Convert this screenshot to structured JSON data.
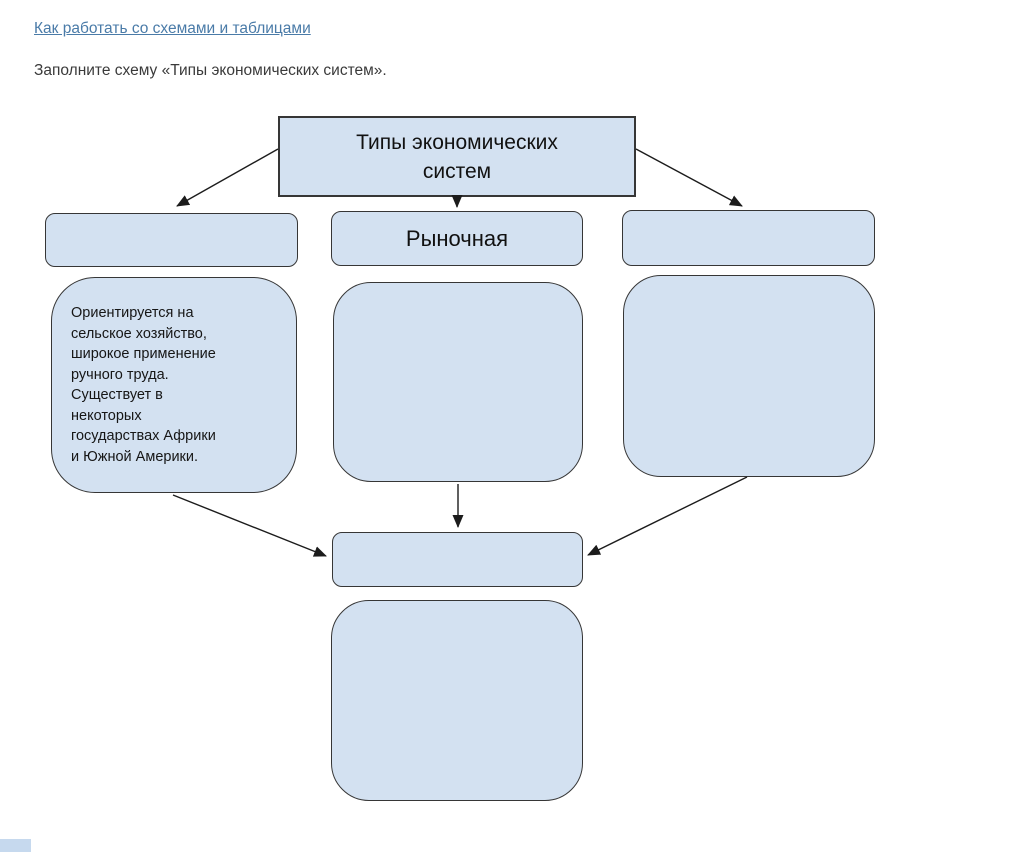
{
  "colors": {
    "box_fill": "#d3e1f1",
    "box_border": "#363636",
    "link": "#4a7ba8",
    "body_text": "#3a3a3a",
    "arrow": "#1c1c1c"
  },
  "header": {
    "link_label": "Как работать со схемами и таблицами",
    "instruction": "Заполните схему «Типы экономических систем»."
  },
  "diagram": {
    "title": "Типы экономических\nсистем",
    "level2": {
      "left": "",
      "middle": "Рыночная",
      "right": ""
    },
    "level3": {
      "left": "Ориентируется на\nсельское хозяйство,\nширокое применение\nручного труда.\nСуществует в\nнекоторых\nгосударствах Африки\nи Южной Америки.",
      "middle": "",
      "right": ""
    },
    "merge": "",
    "bottom": ""
  }
}
